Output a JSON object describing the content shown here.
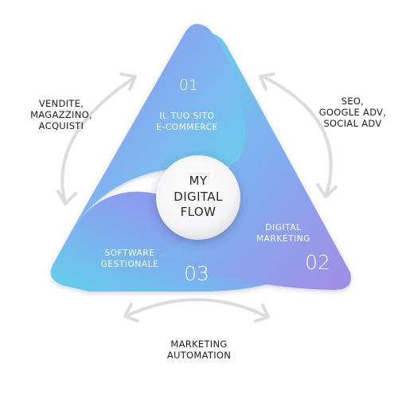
{
  "center": {
    "text": "MY\nDIGITAL\nFLOW"
  },
  "segments": [
    {
      "number": "01",
      "label": "IL TUO SITO\nE-COMMERCE"
    },
    {
      "number": "02",
      "label": "DIGITAL\nMARKETING"
    },
    {
      "number": "03",
      "label": "SOFTWARE\nGESTIONALE"
    }
  ],
  "outer_labels": {
    "left": "VENDITE,\nMAGAZZINO,\nACQUISTI",
    "right": "SEO,\nGOOGLE ADV,\nSOCIAL ADV",
    "bottom": "MARKETING\nAUTOMATION"
  },
  "colors": {
    "cyan": "#5fd6ea",
    "periwinkle": "#8d9df0",
    "violet": "#a385e3",
    "arrow": "#dcdcdc"
  }
}
